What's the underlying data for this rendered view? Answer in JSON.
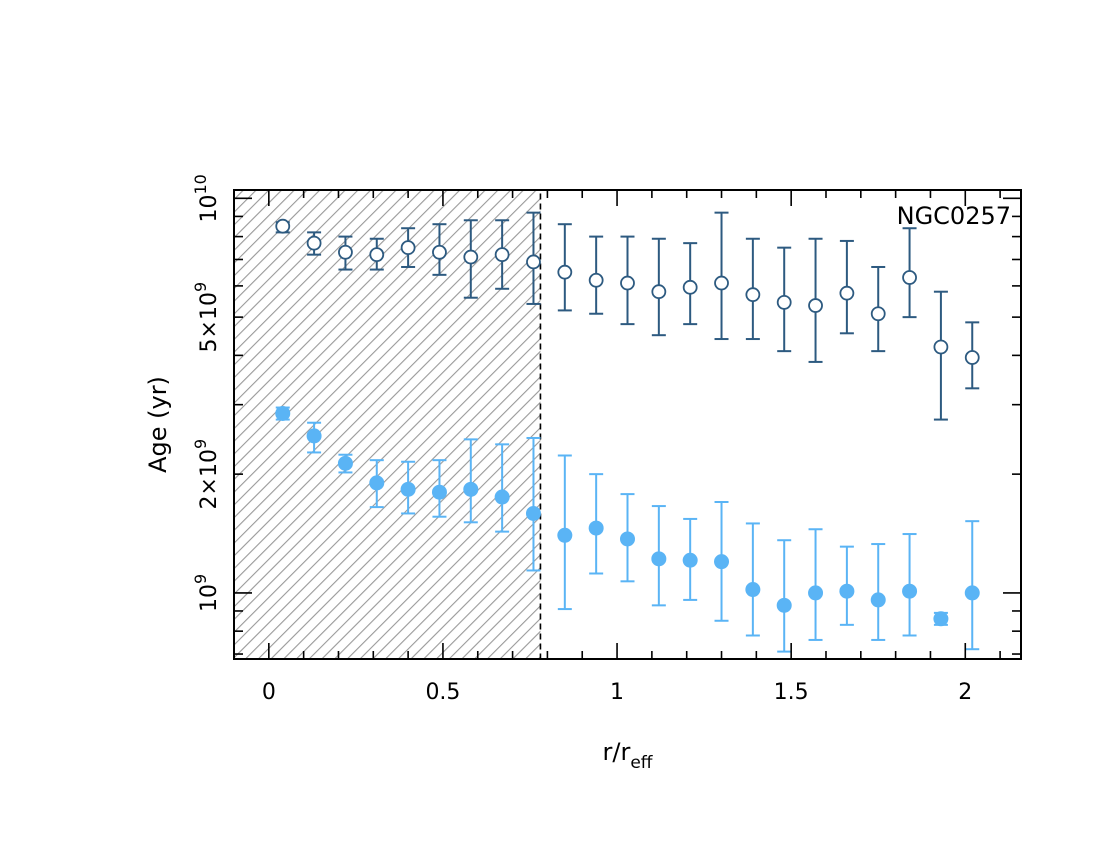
{
  "chart_data": {
    "type": "scatter",
    "annotation": "NGC0257",
    "xlabel": {
      "main": "r/r",
      "sub": "eff"
    },
    "ylabel": "Age (yr)",
    "y_scale": "log",
    "xlim": [
      -0.1,
      2.16
    ],
    "ylim": [
      680000000,
      10500000000
    ],
    "x_ticks": [
      {
        "value": 0,
        "label": "0"
      },
      {
        "value": 0.5,
        "label": "0.5"
      },
      {
        "value": 1,
        "label": "1"
      },
      {
        "value": 1.5,
        "label": "1.5"
      },
      {
        "value": 2,
        "label": "2"
      }
    ],
    "y_ticks": [
      {
        "value": 1000000000,
        "base": "10",
        "exp": "9"
      },
      {
        "value": 2000000000,
        "base": "2×10",
        "exp": "9"
      },
      {
        "value": 5000000000,
        "base": "5×10",
        "exp": "9"
      },
      {
        "value": 10000000000,
        "base": "10",
        "exp": "10"
      }
    ],
    "shaded_region": {
      "x_min": -0.1,
      "x_max": 0.78
    },
    "colors": {
      "dark_series": "#2d5a80",
      "light_series": "#5ab4f5",
      "hatch": "#999999"
    },
    "series": [
      {
        "marker": "open-circle",
        "x": [
          0.04,
          0.13,
          0.22,
          0.31,
          0.4,
          0.49,
          0.58,
          0.67,
          0.76,
          0.85,
          0.94,
          1.03,
          1.12,
          1.21,
          1.3,
          1.39,
          1.48,
          1.57,
          1.66,
          1.75,
          1.84,
          1.93,
          2.02
        ],
        "y": [
          8500000000,
          7700000000,
          7300000000,
          7200000000,
          7500000000,
          7300000000,
          7100000000,
          7200000000,
          6900000000,
          6500000000,
          6200000000,
          6100000000,
          5800000000,
          5950000000,
          6100000000,
          5700000000,
          5450000000,
          5350000000,
          5750000000,
          5100000000,
          6300000000,
          4200000000,
          3950000000
        ],
        "y_low": [
          8200000000,
          7200000000,
          6600000000,
          6600000000,
          6700000000,
          6400000000,
          5600000000,
          5900000000,
          5400000000,
          5200000000,
          5100000000,
          4800000000,
          4500000000,
          4800000000,
          4400000000,
          4400000000,
          4100000000,
          3850000000,
          4550000000,
          4100000000,
          5000000000,
          2750000000,
          3300000000
        ],
        "y_high": [
          8700000000,
          8200000000,
          8000000000,
          7900000000,
          8400000000,
          8600000000,
          8800000000,
          8800000000,
          9200000000,
          8600000000,
          8000000000,
          8000000000,
          7900000000,
          7700000000,
          9200000000,
          7900000000,
          7500000000,
          7900000000,
          7800000000,
          6700000000,
          8400000000,
          5800000000,
          4850000000
        ]
      },
      {
        "marker": "filled-circle",
        "x": [
          0.04,
          0.13,
          0.22,
          0.31,
          0.4,
          0.49,
          0.58,
          0.67,
          0.76,
          0.85,
          0.94,
          1.03,
          1.12,
          1.21,
          1.3,
          1.39,
          1.48,
          1.57,
          1.66,
          1.75,
          1.84,
          1.93,
          2.02
        ],
        "y": [
          2850000000,
          2500000000,
          2130000000,
          1900000000,
          1830000000,
          1800000000,
          1830000000,
          1750000000,
          1590000000,
          1400000000,
          1460000000,
          1370000000,
          1220000000,
          1210000000,
          1200000000,
          1020000000,
          930000000,
          1000000000,
          1010000000,
          960000000,
          1010000000,
          860000000,
          1000000000
        ],
        "y_low": [
          2750000000,
          2270000000,
          2020000000,
          1650000000,
          1590000000,
          1560000000,
          1510000000,
          1430000000,
          1140000000,
          910000000,
          1120000000,
          1070000000,
          930000000,
          960000000,
          850000000,
          780000000,
          710000000,
          760000000,
          830000000,
          760000000,
          780000000,
          830000000,
          720000000
        ],
        "y_high": [
          2950000000,
          2700000000,
          2240000000,
          2170000000,
          2150000000,
          2170000000,
          2450000000,
          2380000000,
          2470000000,
          2230000000,
          2000000000,
          1780000000,
          1660000000,
          1540000000,
          1700000000,
          1500000000,
          1360000000,
          1450000000,
          1310000000,
          1330000000,
          1410000000,
          890000000,
          1520000000
        ]
      }
    ]
  }
}
